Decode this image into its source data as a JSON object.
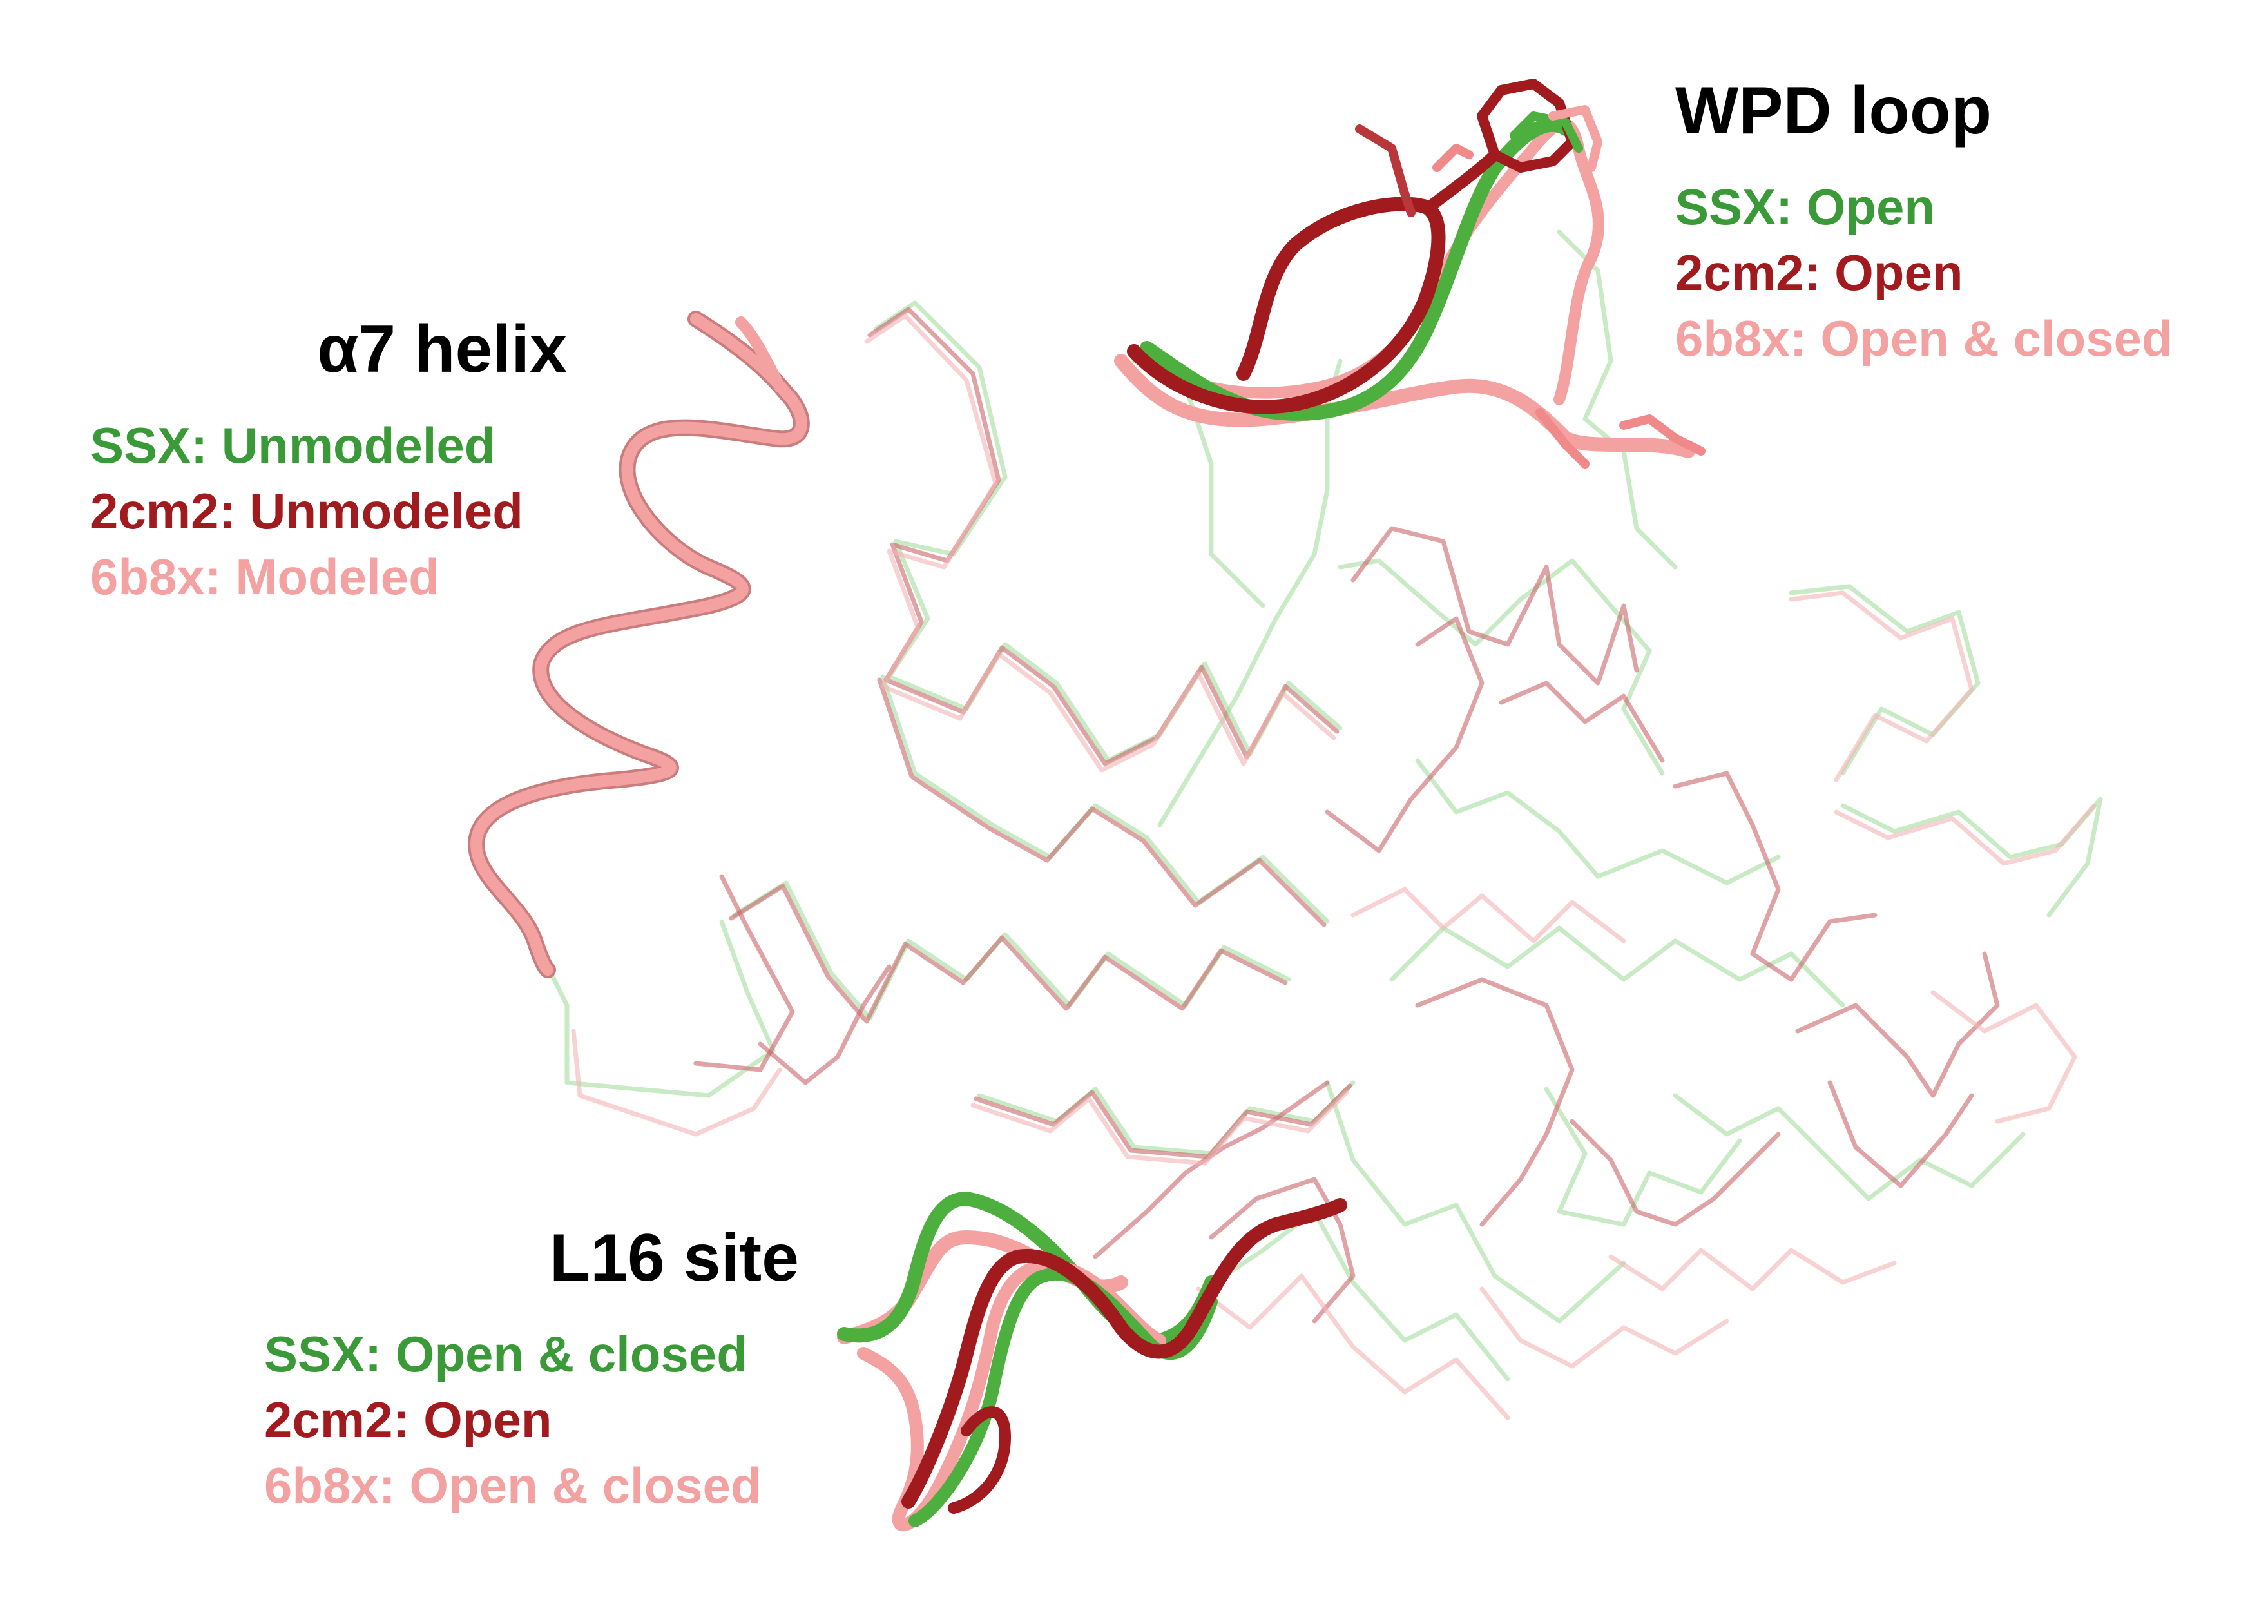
{
  "colors": {
    "ssx": "#3a9a37",
    "ssx_light": "#8fd48a",
    "c2cm2": "#a11a1d",
    "c2cm2_light": "#c9666a",
    "b6b8x": "#f4a1a1",
    "b6b8x_light": "#f3b4b4"
  },
  "wpd_loop": {
    "title": "WPD loop",
    "ssx": "SSX: Open",
    "c2cm2": "2cm2: Open",
    "b6b8x": "6b8x: Open & closed"
  },
  "a7_helix": {
    "title": "α7 helix",
    "ssx": "SSX: Unmodeled",
    "c2cm2": "2cm2: Unmodeled",
    "b6b8x": "6b8x: Modeled"
  },
  "l16_site": {
    "title": "L16 site",
    "ssx": "SSX: Open & closed",
    "c2cm2": "2cm2: Open",
    "b6b8x": "6b8x: Open & closed"
  }
}
